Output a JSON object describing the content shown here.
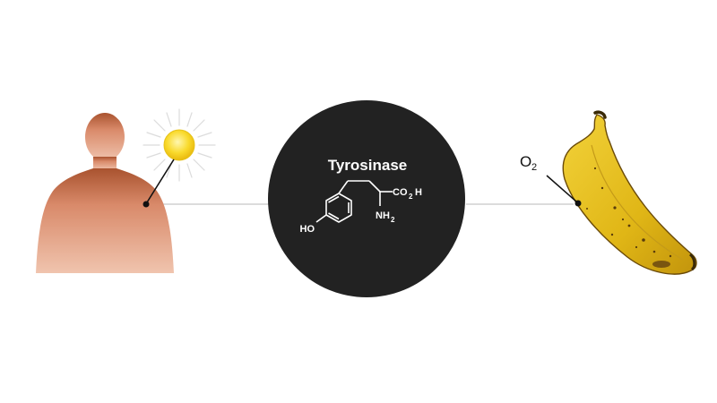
{
  "enzyme": {
    "name": "Tyrosinase",
    "molecule": {
      "hydroxyl": "HO",
      "carboxyl": "CO",
      "carboxyl_subscript": "2",
      "carboxyl_suffix": "H",
      "amine": "NH",
      "amine_subscript": "2"
    }
  },
  "oxygen": {
    "symbol": "O",
    "subscript": "2"
  },
  "colors": {
    "circle": "#222222",
    "connector": "#d0d0d0",
    "sun": "#f7d21a",
    "banana": "#e8c21c",
    "skin": "#d4876a"
  },
  "icons": [
    "human-bust-icon",
    "sun-icon",
    "banana-icon"
  ]
}
